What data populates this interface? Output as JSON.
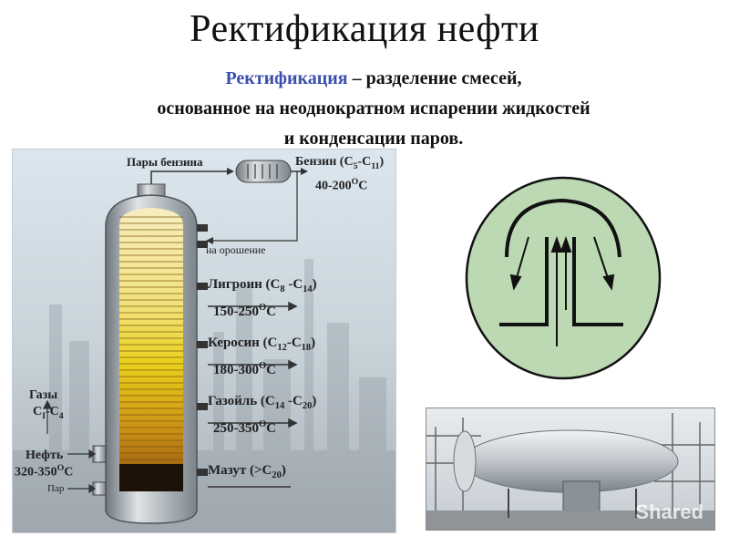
{
  "page": {
    "title": "Ректификация нефти",
    "definition": {
      "term": "Ректификация",
      "text_line1": " – разделение смесей,",
      "text_line2": "основанное на неоднократном испарении жидкостей",
      "text_line3": "и конденсации паров."
    }
  },
  "column_diagram": {
    "vapor_label": "Пары бензина",
    "reflux_label": "на орошение",
    "products": [
      {
        "name_main": "Бензин (C",
        "sub1": "5",
        "mid": "-C",
        "sub2": "11",
        "close": ")",
        "temp_main": "40-200",
        "temp_unit": "C"
      },
      {
        "name_main": "Лигроин (C",
        "sub1": "8",
        "mid": " -C",
        "sub2": "14",
        "close": ")",
        "temp_main": "150-250",
        "temp_unit": "C"
      },
      {
        "name_main": "Керосин (C",
        "sub1": "12",
        "mid": "-C",
        "sub2": "18",
        "close": ")",
        "temp_main": "180-300",
        "temp_unit": "C"
      },
      {
        "name_main": "Газойль (C",
        "sub1": "14",
        "mid": " -C",
        "sub2": "20",
        "close": ")",
        "temp_main": "250-350",
        "temp_unit": "C"
      },
      {
        "name_main": "Мазут (>C",
        "sub1": "20",
        "mid": "",
        "sub2": "",
        "close": ")",
        "temp_main": "",
        "temp_unit": ""
      }
    ],
    "gases": {
      "label": "Газы",
      "formula_main": "C",
      "sub1": "I",
      "mid": "-C",
      "sub2": "4"
    },
    "feed": {
      "label": "Нефть",
      "temp_main": "320-350",
      "temp_unit": "C"
    },
    "steam_label": "Пар",
    "degree_symbol": "O"
  },
  "photo": {
    "watermark": "Shared"
  },
  "colors": {
    "tray_light": "#f6e8a4",
    "tray_yellow": "#e8d21c",
    "tray_brown": "#b06a10",
    "column_steel": "#9ca3aa",
    "schema_fill": "#bcd9b4"
  }
}
